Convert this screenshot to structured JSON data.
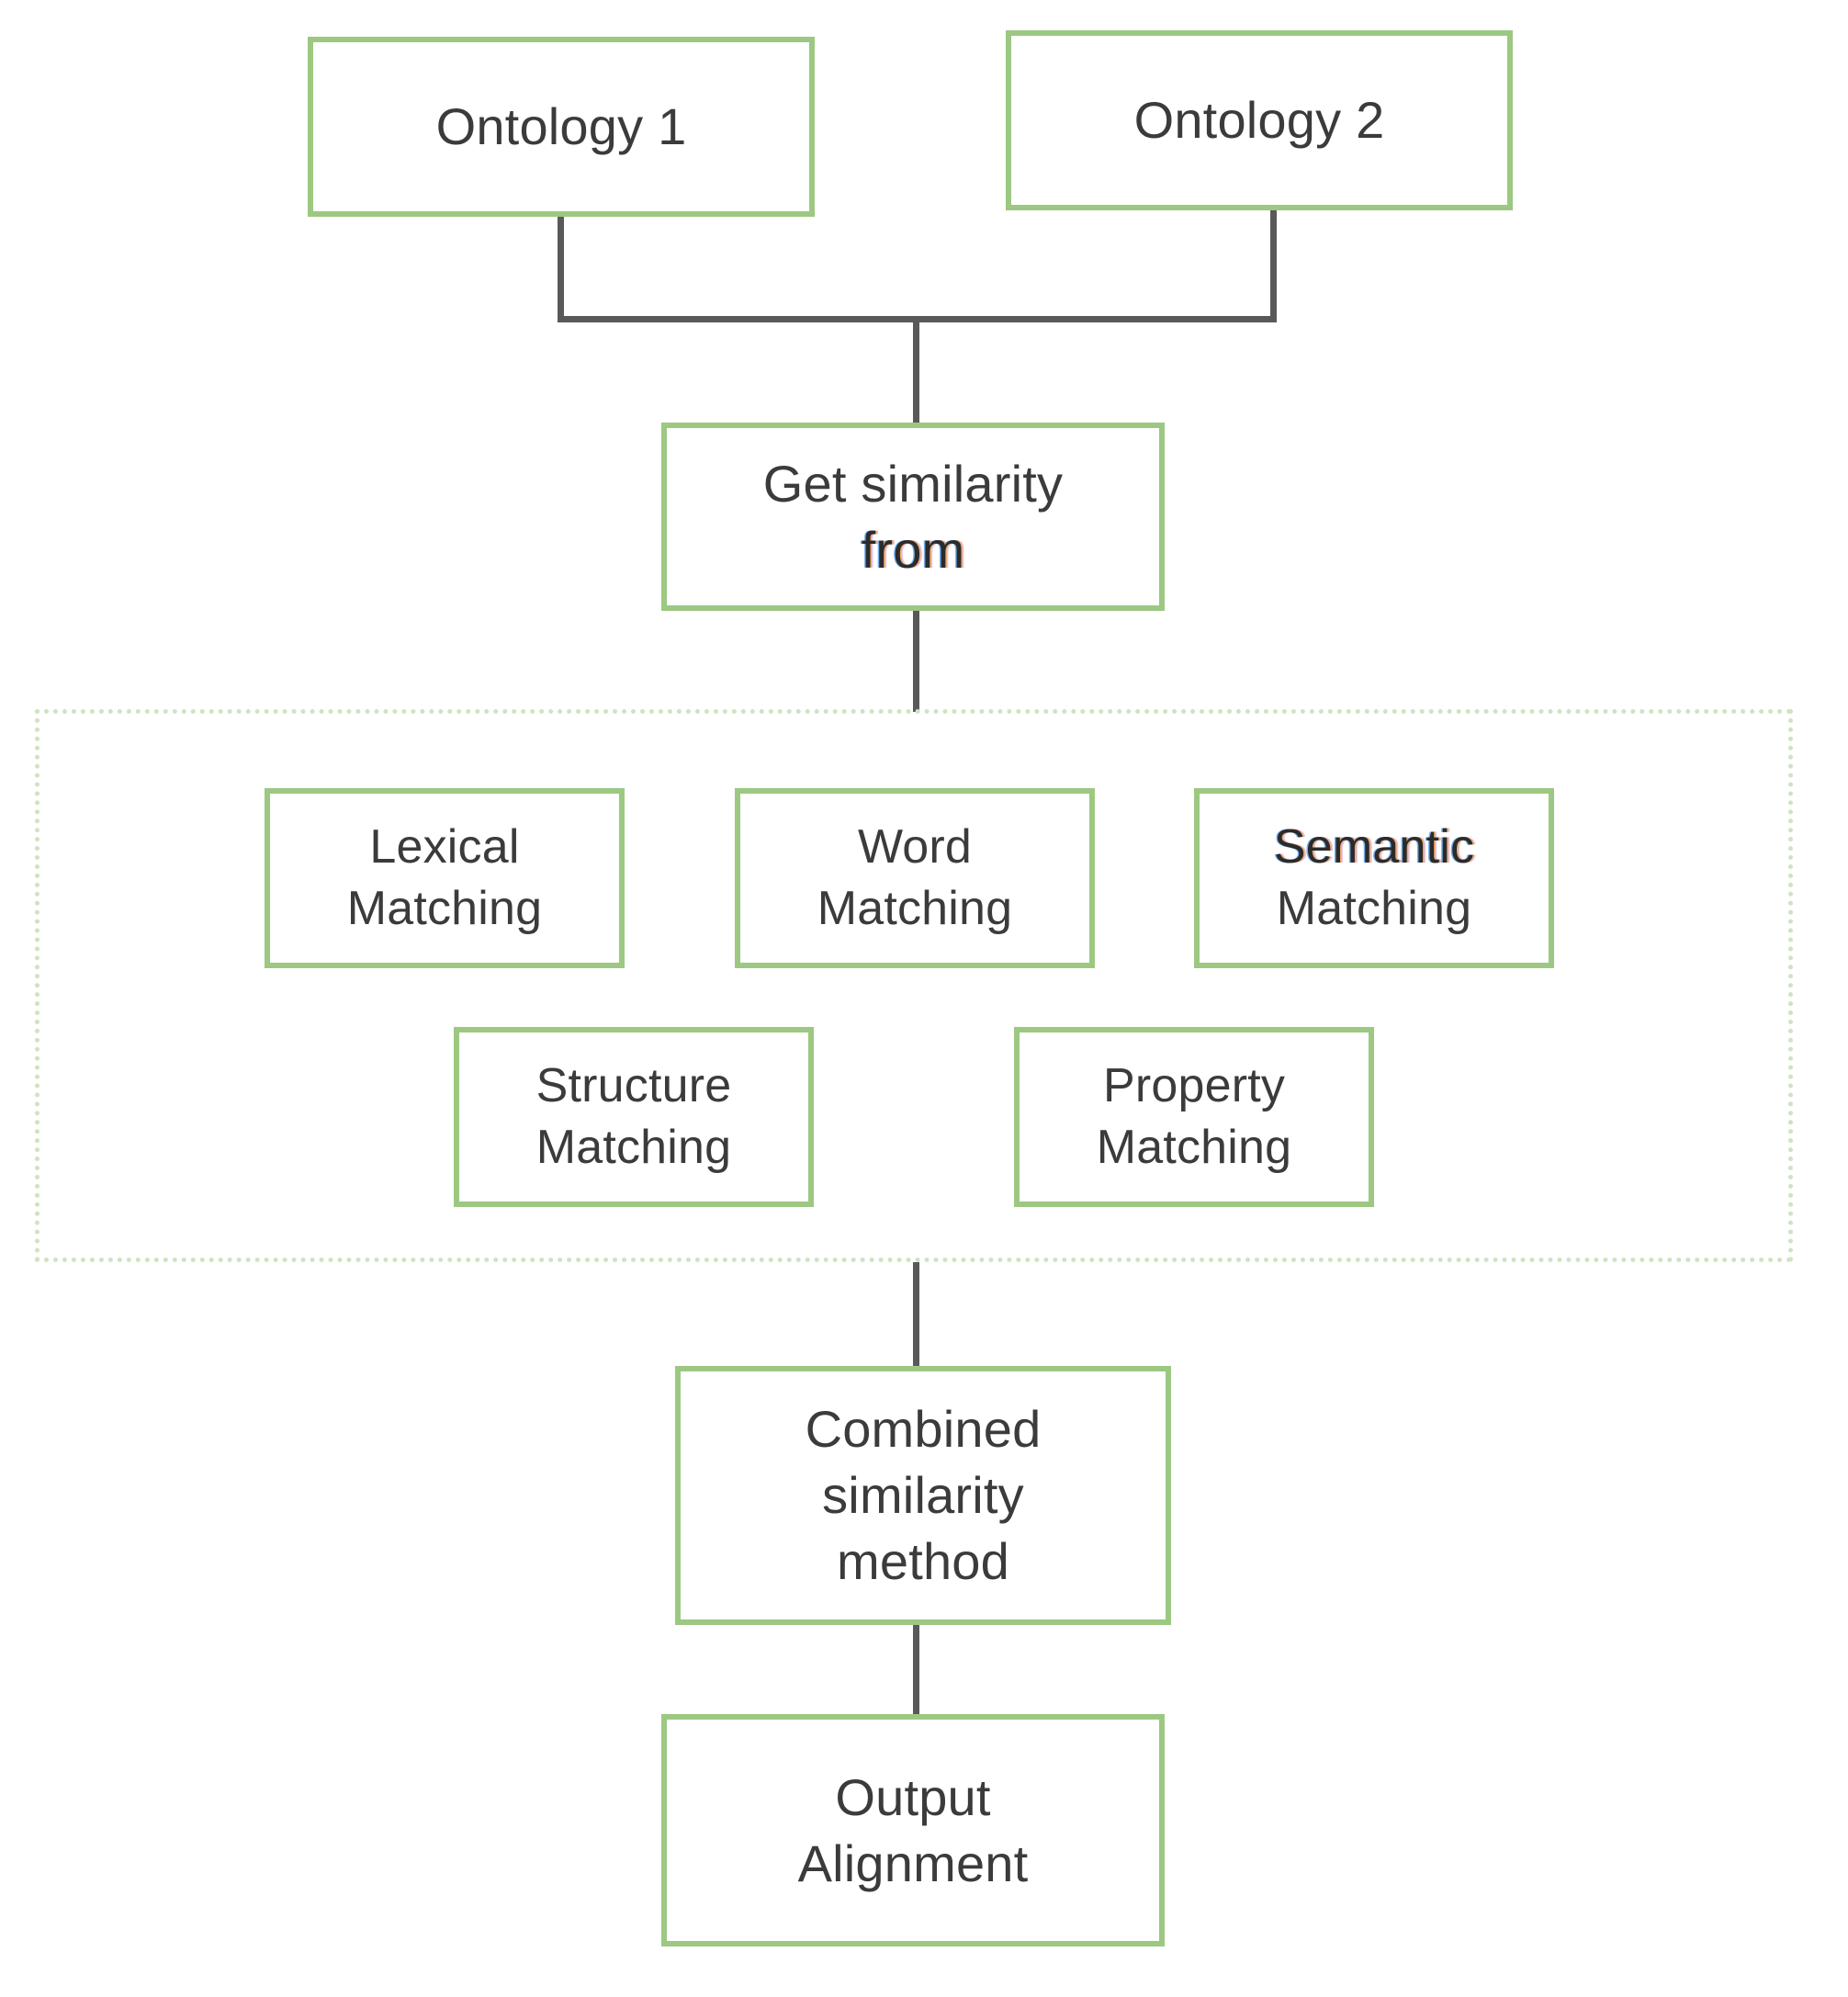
{
  "diagram": {
    "type": "flowchart",
    "title": "Ontology matching / alignment process",
    "colors": {
      "node_border": "#9cc882",
      "node_fill": "#ffffff",
      "group_border": "#cfe3c0",
      "connector": "#595959",
      "text": "#3b3b3b"
    },
    "nodes": {
      "ontology_1": {
        "label": "Ontology 1"
      },
      "ontology_2": {
        "label": "Ontology 2"
      },
      "get_similarity": {
        "line_1": "Get similarity",
        "line_2": "from"
      },
      "lexical_matching": {
        "line_1": "Lexical",
        "line_2": "Matching"
      },
      "word_matching": {
        "line_1": "Word",
        "line_2": "Matching"
      },
      "semantic_matching": {
        "line_1": "Semantic",
        "line_2": "Matching"
      },
      "structure_matching": {
        "line_1": "Structure",
        "line_2": "Matching"
      },
      "property_matching": {
        "line_1": "Property",
        "line_2": "Matching"
      },
      "combined_similarity": {
        "line_1": "Combined",
        "line_2": "similarity",
        "line_3": "method"
      },
      "output_alignment": {
        "line_1": "Output",
        "line_2": "Alignment"
      }
    },
    "edges": [
      {
        "from": "ontology_1",
        "to": "get_similarity"
      },
      {
        "from": "ontology_2",
        "to": "get_similarity"
      },
      {
        "from": "get_similarity",
        "to": "matching_methods_group"
      },
      {
        "from": "matching_methods_group",
        "to": "combined_similarity"
      },
      {
        "from": "combined_similarity",
        "to": "output_alignment"
      }
    ]
  }
}
